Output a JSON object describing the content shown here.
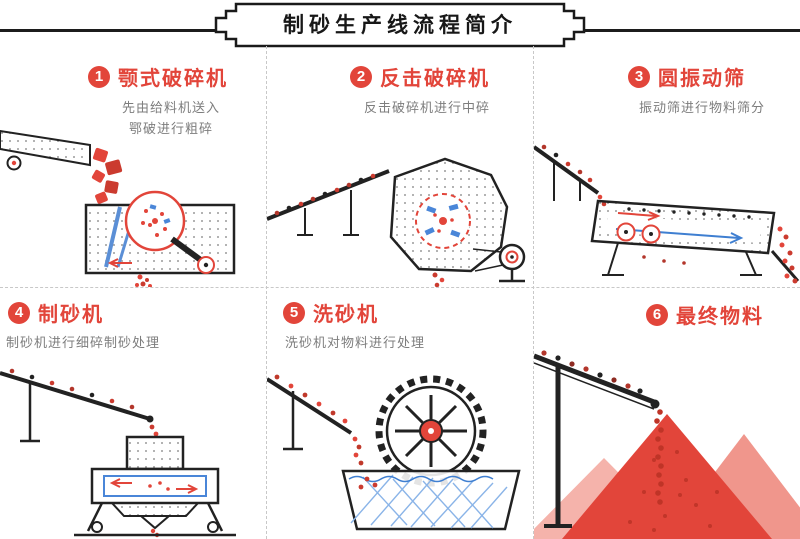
{
  "banner": {
    "title": "制砂生产线流程简介"
  },
  "colors": {
    "accent_red": "#e2453a",
    "dark_red": "#cb3b2f",
    "salmon_light": "#f5b3ab",
    "salmon": "#f0968c",
    "blue": "#4a86d8",
    "dark": "#1c1c1c",
    "text_gray": "#7d7d7d",
    "divider_gray": "#c8c8c8"
  },
  "steps": [
    {
      "number": "1",
      "title": "颚式破碎机",
      "desc_lines": [
        "先由给料机送入",
        "鄂破进行粗碎"
      ],
      "icon": "jaw-crusher-illustration"
    },
    {
      "number": "2",
      "title": "反击破碎机",
      "desc_lines": [
        "反击破碎机进行中碎"
      ],
      "icon": "impact-crusher-illustration"
    },
    {
      "number": "3",
      "title": "圆振动筛",
      "desc_lines": [
        "振动筛进行物料筛分"
      ],
      "icon": "vibrating-screen-illustration"
    },
    {
      "number": "4",
      "title": "制砂机",
      "desc_lines": [
        "制砂机进行细碎制砂处理"
      ],
      "icon": "sand-maker-illustration"
    },
    {
      "number": "5",
      "title": "洗砂机",
      "desc_lines": [
        "洗砂机对物料进行处理"
      ],
      "icon": "sand-washer-illustration"
    },
    {
      "number": "6",
      "title": "最终物料",
      "desc_lines": [],
      "icon": "final-material-illustration"
    }
  ]
}
